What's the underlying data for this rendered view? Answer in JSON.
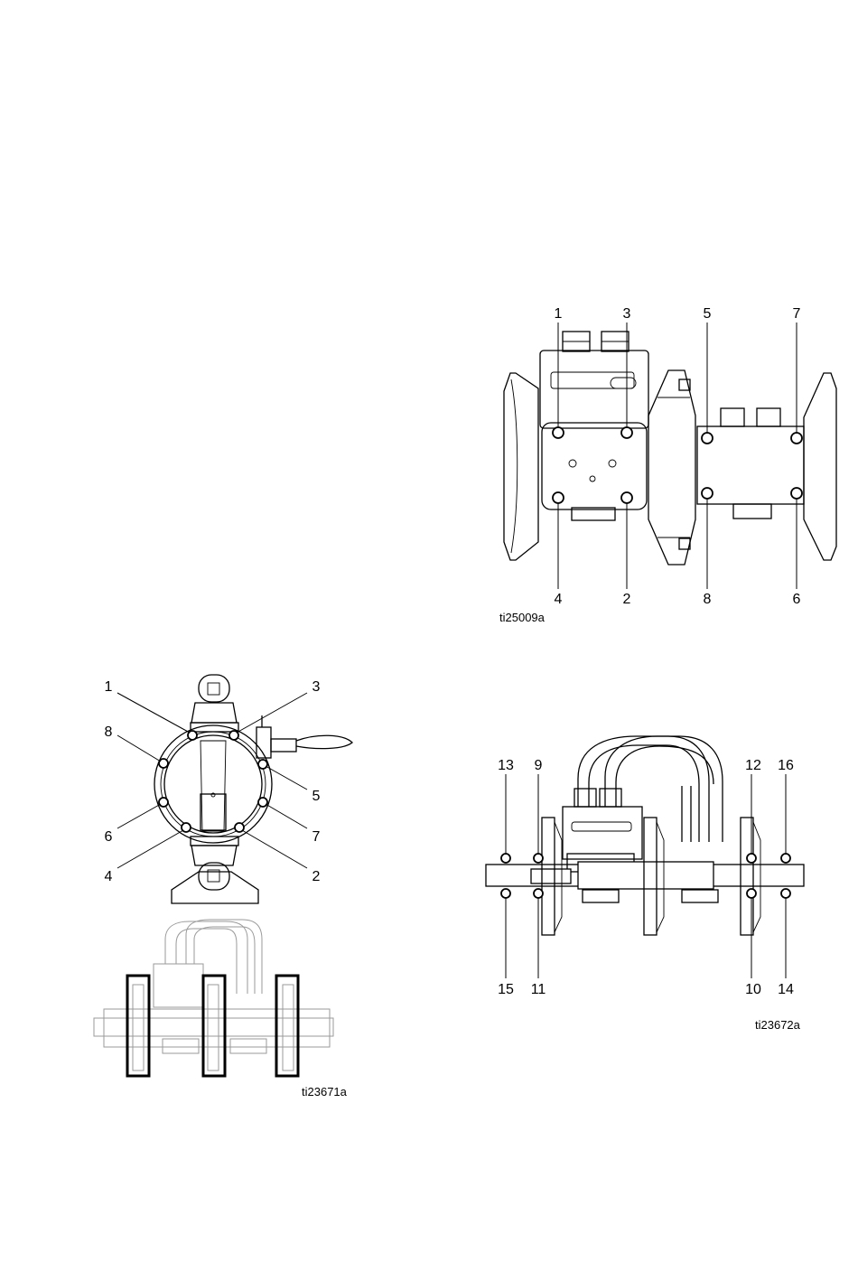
{
  "figures": [
    {
      "id": "ti25009a",
      "callouts_top": [
        "1",
        "3",
        "5",
        "7"
      ],
      "callouts_bottom": [
        "4",
        "2",
        "8",
        "6"
      ]
    },
    {
      "id": "ti23671a",
      "callouts_left": [
        "1",
        "8",
        "6",
        "4"
      ],
      "callouts_right": [
        "3",
        "5",
        "7",
        "2"
      ]
    },
    {
      "id": "ti23672a",
      "callouts_top": [
        "13",
        "9",
        "12",
        "16"
      ],
      "callouts_bottom": [
        "15",
        "11",
        "10",
        "14"
      ]
    }
  ]
}
